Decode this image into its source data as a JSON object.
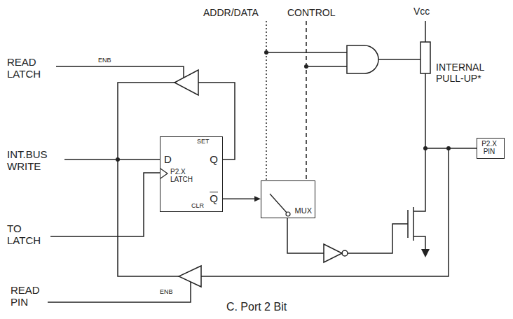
{
  "diagram": {
    "caption": "C. Port 2 Bit",
    "nodes": [
      {
        "text": [
          "SET",
          "D",
          "Q",
          "P2.X LATCH",
          "CLR",
          "Q"
        ]
      },
      {
        "text": [
          "MUX"
        ]
      },
      {
        "text": [
          "P2.X PIN"
        ]
      }
    ],
    "edges": [
      {
        "from": 0,
        "to": 1,
        "arrow": "to"
      }
    ],
    "labels": [
      "ADDR/DATA",
      "CONTROL",
      "Vcc",
      "READ LATCH",
      "ENB",
      "INTERNAL PULL-UP*",
      "INT.BUS WRITE",
      "TO LATCH",
      "READ PIN",
      "ENB"
    ]
  }
}
